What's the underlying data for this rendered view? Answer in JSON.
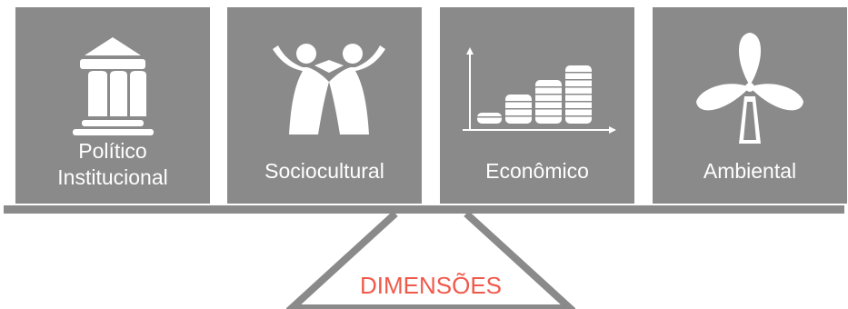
{
  "dimensions": [
    {
      "line1": "Político",
      "line2": "Institucional",
      "icon": "institution-icon"
    },
    {
      "line1": "Sociocultural",
      "icon": "people-icon"
    },
    {
      "line1": "Econômico",
      "icon": "coins-chart-icon"
    },
    {
      "line1": "Ambiental",
      "icon": "wind-turbine-icon"
    }
  ],
  "base": {
    "label": "DIMENSÕES"
  },
  "colors": {
    "panel": "#8a8a8a",
    "icon": "#ffffff",
    "accent": "#f05a4b"
  }
}
